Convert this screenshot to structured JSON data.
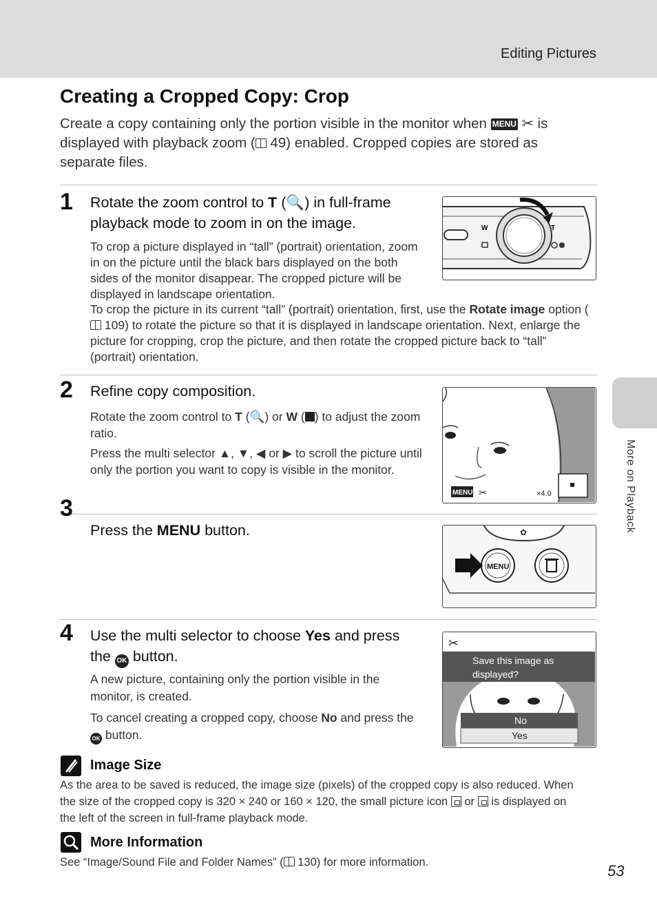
{
  "header": {
    "title": "Editing Pictures"
  },
  "page_title": "Creating a Cropped Copy: Crop",
  "intro": {
    "before_icon": "Create a copy containing only the portion visible in the monitor when ",
    "icon": "MENU crop-icon",
    "after_icon": " is displayed with playback zoom (",
    "ref": "49",
    "after_ref": ") enabled. Cropped copies are stored as separate files."
  },
  "steps": [
    {
      "number": "1",
      "title_before": "Rotate the zoom control to ",
      "title_T": "T",
      "title_mid": " (",
      "title_after": ") in full-frame playback mode to zoom in on the image.",
      "body1": "To crop a picture displayed in “tall” (portrait) orientation, zoom in on the picture until the black bars displayed on the both sides of the monitor disappear. The cropped picture will be displayed in landscape orientation.",
      "body2_a": "To crop the picture in its current “tall” (portrait) orientation, first, use the ",
      "body2_bold": "Rotate image",
      "body2_b": " option (",
      "body2_ref": "109",
      "body2_c": ") to rotate the picture so that it is displayed in landscape orientation. Next, enlarge the picture for cropping, crop the picture, and then rotate the cropped picture back to “tall” (portrait) orientation.",
      "figure_labels": {
        "w": "W",
        "t": "T"
      }
    },
    {
      "number": "2",
      "title": "Refine copy composition.",
      "body1_a": "Rotate the zoom control to ",
      "body1_T": "T",
      "body1_b": " (",
      "body1_c": ") or ",
      "body1_W": "W",
      "body1_d": " (",
      "body1_e": ") to adjust the zoom ratio.",
      "body2_a": "Press the multi selector ",
      "arrows": [
        "▲",
        "▼",
        "◀",
        "▶"
      ],
      "body2_sep1": ", ",
      "body2_or": " or ",
      "body2_b": " to scroll the picture until only the portion you want to copy is visible in the monitor.",
      "figure_zoom": "×4.0"
    },
    {
      "number": "3",
      "title_before": "Press the ",
      "title_icon": "MENU",
      "title_after": " button.",
      "figure_menu_label": "MENU"
    },
    {
      "number": "4",
      "title_before": "Use the multi selector to choose ",
      "title_bold": "Yes",
      "title_after": " and press the ",
      "title_after2": " button.",
      "body1": "A new picture, containing only the portion visible in the monitor, is created.",
      "body2_a": "To cancel creating a cropped copy, choose ",
      "body2_bold": "No",
      "body2_b": " and press the ",
      "body2_c": " button.",
      "dialog": {
        "line1": "Save this image as",
        "line2": "displayed?",
        "no": "No",
        "yes": "Yes"
      }
    }
  ],
  "ok_glyph": "OK",
  "notes": {
    "image_size": {
      "title": "Image Size",
      "body_a": "As the area to be saved is reduced, the image size (pixels) of the cropped copy is also reduced. When the size of the cropped copy is 320 × 240 or 160 × 120, the small picture icon ",
      "body_or": " or ",
      "body_b": " is displayed on the left of the screen in full-frame playback mode."
    },
    "more_info": {
      "title": "More Information",
      "body_a": "See “Image/Sound File and Folder Names” (",
      "ref": "130",
      "body_b": ") for more information."
    }
  },
  "side_label": "More on Playback",
  "page_number": "53"
}
